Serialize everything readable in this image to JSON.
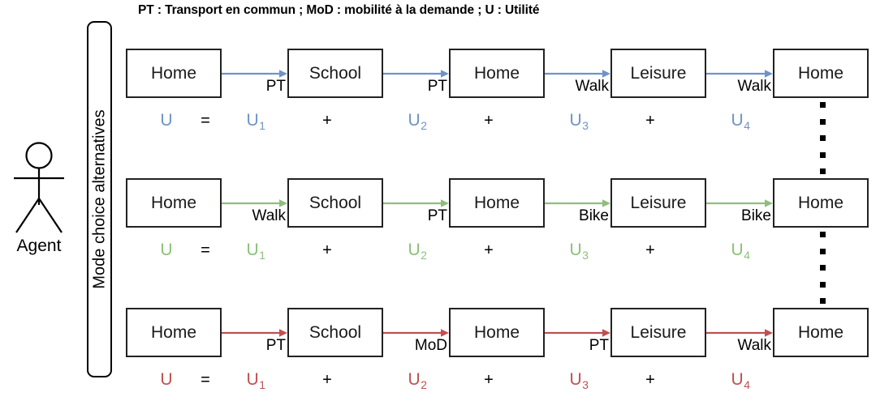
{
  "legend": {
    "title": "PT : Transport en commun ; MoD : mobilité à la demande ; U : Utilité"
  },
  "agent": {
    "label": "Agent",
    "icon": "stick-figure-icon"
  },
  "mode_bar": {
    "label": "Mode choice alternatives"
  },
  "colors": {
    "blue": "#6e93c8",
    "green": "#8cc07a",
    "red": "#c05050",
    "black": "#000000",
    "box_border": "#222222"
  },
  "operators": {
    "equals": "=",
    "plus": "+"
  },
  "utility_total_label": "U",
  "activities": [
    "Home",
    "School",
    "Home",
    "Leisure",
    "Home"
  ],
  "rows": [
    {
      "id": "alternative-1",
      "color": "#6e93c8",
      "modes": [
        "PT",
        "PT",
        "Walk",
        "Walk"
      ],
      "utility": {
        "total": "U",
        "terms": [
          "U",
          "U",
          "U",
          "U"
        ],
        "subs": [
          "1",
          "2",
          "3",
          "4"
        ]
      },
      "has_trailing_dots": true
    },
    {
      "id": "alternative-2",
      "color": "#8cc07a",
      "modes": [
        "Walk",
        "PT",
        "Bike",
        "Bike"
      ],
      "utility": {
        "total": "U",
        "terms": [
          "U",
          "U",
          "U",
          "U"
        ],
        "subs": [
          "1",
          "2",
          "3",
          "4"
        ]
      },
      "has_trailing_dots": true
    },
    {
      "id": "alternative-3",
      "color": "#c05050",
      "modes": [
        "PT",
        "MoD",
        "PT",
        "Walk"
      ],
      "utility": {
        "total": "U",
        "terms": [
          "U",
          "U",
          "U",
          "U"
        ],
        "subs": [
          "1",
          "2",
          "3",
          "4"
        ]
      },
      "has_trailing_dots": false
    }
  ]
}
